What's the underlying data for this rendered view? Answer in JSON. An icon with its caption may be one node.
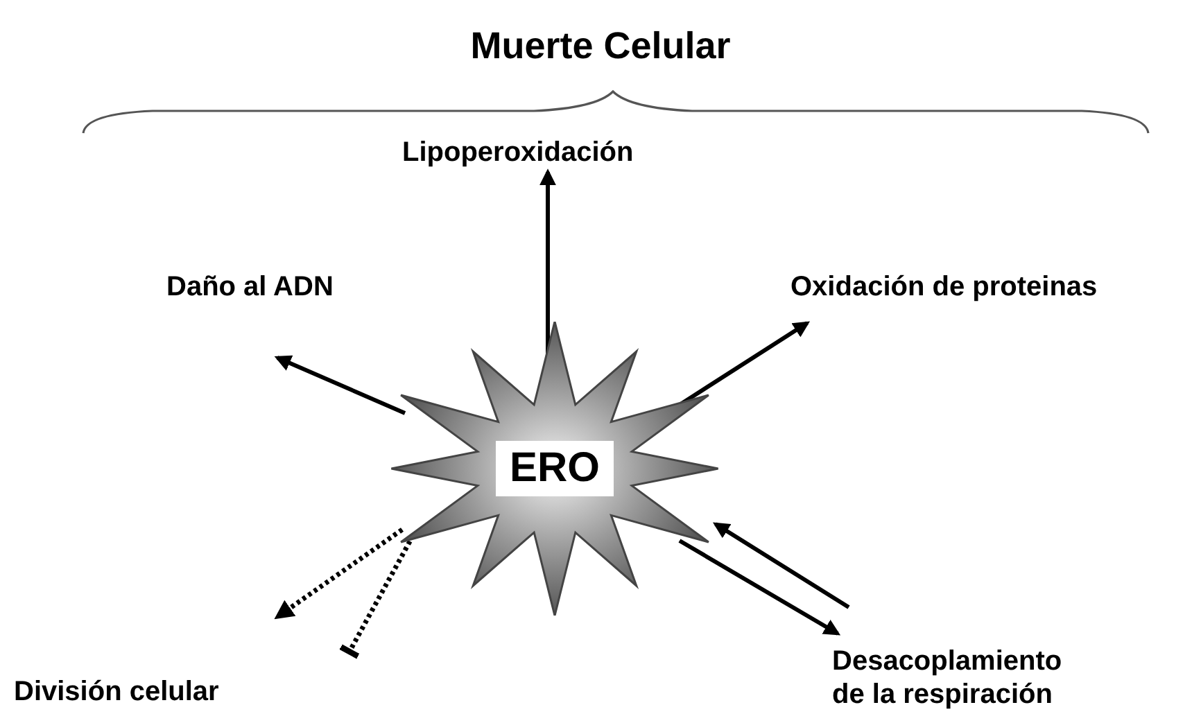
{
  "diagram": {
    "title": "Muerte Celular",
    "nodes": [
      {
        "text": [
          "ERO"
        ]
      },
      {
        "text": [
          "Lipoperoxidación"
        ]
      },
      {
        "text": [
          "Daño al ADN"
        ]
      },
      {
        "text": [
          "Oxidación de proteinas"
        ]
      },
      {
        "text": [
          "División celular"
        ]
      },
      {
        "text": [
          "Desacoplamiento de la respiración"
        ]
      }
    ],
    "edges": [
      {
        "from": 0,
        "to": 1,
        "arrow": "to"
      },
      {
        "from": 0,
        "to": 2,
        "arrow": "to"
      },
      {
        "from": 0,
        "to": 3,
        "arrow": "to"
      },
      {
        "from": 0,
        "to": 4,
        "arrow": "to",
        "style": "dashed"
      },
      {
        "from": 0,
        "to": null,
        "arrow": "other",
        "style": "dashed"
      },
      {
        "from": 0,
        "to": 5,
        "arrow": "to"
      },
      {
        "from": 5,
        "to": 0,
        "arrow": "to"
      }
    ]
  }
}
